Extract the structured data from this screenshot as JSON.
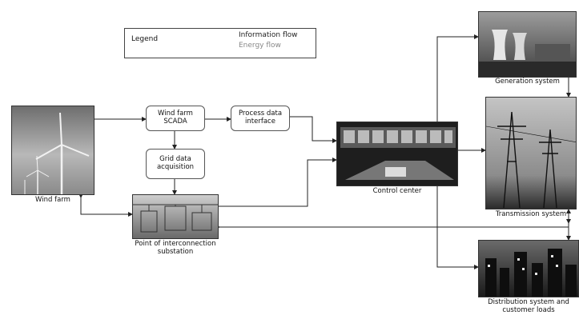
{
  "legend": {
    "title": "Legend",
    "information_flow": "Information flow",
    "energy_flow": "Energy flow"
  },
  "nodes": {
    "wind_farm_scada": "Wind farm SCADA",
    "process_data_interface": "Process data interface",
    "grid_data_acquisition": "Grid data acquisition"
  },
  "captions": {
    "wind_farm": "Wind farm",
    "poi_substation": "Point of interconnection substation",
    "control_center": "Control center",
    "generation_system": "Generation system",
    "transmission_system": "Transmission system",
    "distribution_system": "Distribution system and customer loads"
  }
}
